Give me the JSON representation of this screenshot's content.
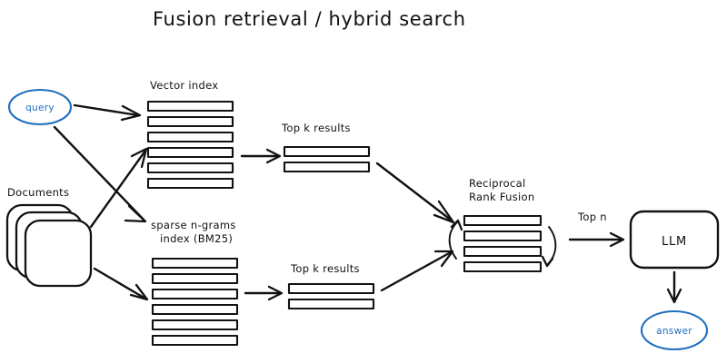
{
  "diagram": {
    "title": "Fusion retrieval / hybrid search",
    "colors": {
      "accent_blue": "#1f6fc0",
      "ink": "#111111",
      "background": "#ffffff"
    },
    "nodes": {
      "query": {
        "label": "query",
        "shape": "ellipse",
        "color": "#1f6fc0"
      },
      "documents": {
        "label": "Documents",
        "shape": "stacked-rounded-squares",
        "stack_count": 3
      },
      "vector_index": {
        "label": "Vector index",
        "bar_count": 6
      },
      "sparse_index": {
        "label_line1": "sparse n-grams",
        "label_line2": "index (BM25)",
        "bar_count": 6
      },
      "top_k_dense": {
        "label": "Top k results",
        "bar_count": 2
      },
      "top_k_sparse": {
        "label": "Top k results",
        "bar_count": 2
      },
      "fusion": {
        "label_line1": "Reciprocal",
        "label_line2": "Rank Fusion",
        "bar_count": 4
      },
      "llm": {
        "label": "LLM",
        "shape": "rounded-rect"
      },
      "answer": {
        "label": "answer",
        "shape": "ellipse",
        "color": "#1f6fc0"
      }
    },
    "edge_labels": {
      "top_n": "Top n"
    }
  }
}
